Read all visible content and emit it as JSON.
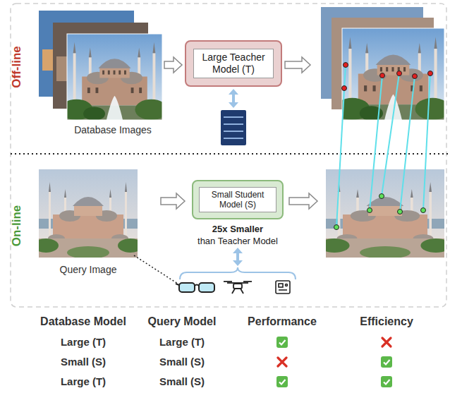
{
  "diagram": {
    "nodes": [
      {
        "text": [
          "Large Teacher Model (T)"
        ]
      },
      {
        "text": [
          "Small Student Model (S)"
        ]
      }
    ],
    "labels": [
      "Off-line",
      "Database Images",
      "On-line",
      "Query Image",
      "25x Smaller",
      "than Teacher Model",
      "Database Model",
      "Query Model",
      "Performance",
      "Efficiency",
      "Large (T)",
      "Large (T)",
      "Small (S)",
      "Small (S)",
      "Large (T)",
      "Small (S)"
    ]
  }
}
